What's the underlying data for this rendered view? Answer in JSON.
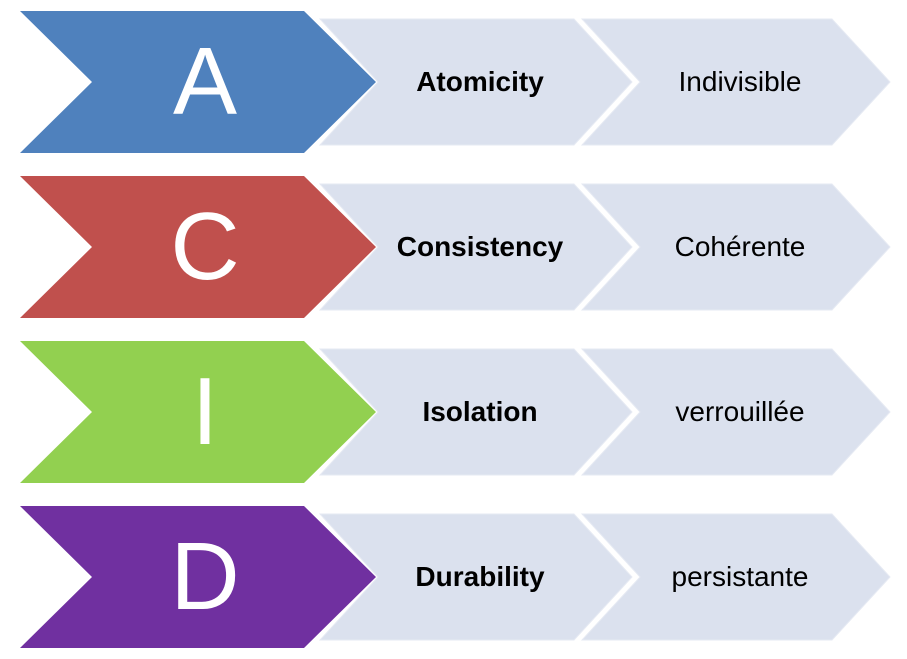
{
  "rows": [
    {
      "letter": "A",
      "term": "Atomicity",
      "meaning": "Indivisible",
      "color": "#4f81bd"
    },
    {
      "letter": "C",
      "term": "Consistency",
      "meaning": "Cohérente",
      "color": "#c0504d"
    },
    {
      "letter": "I",
      "term": "Isolation",
      "meaning": "verrouillée",
      "color": "#92d050"
    },
    {
      "letter": "D",
      "term": "Durability",
      "meaning": "persistante",
      "color": "#7030a0"
    }
  ]
}
